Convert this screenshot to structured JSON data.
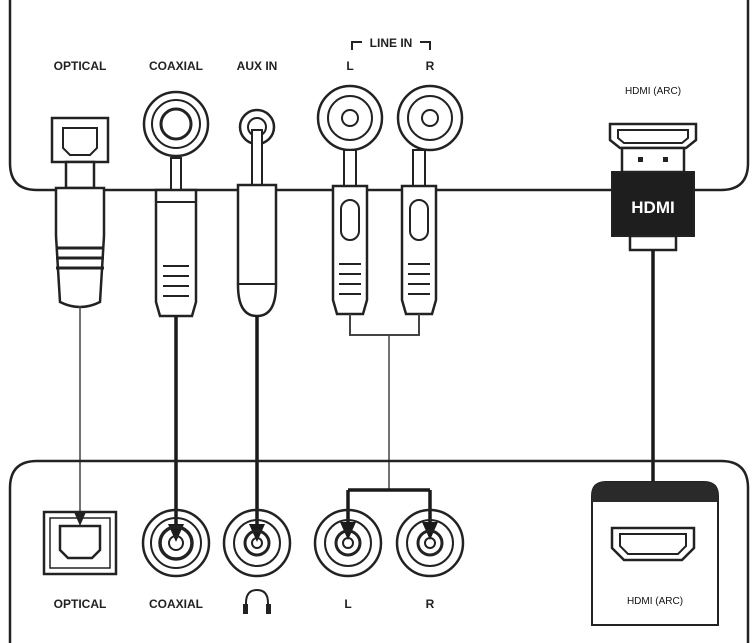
{
  "top_panel": {
    "optical": "OPTICAL",
    "coaxial": "COAXIAL",
    "aux_in": "AUX IN",
    "line_in": "LINE IN",
    "line_l": "L",
    "line_r": "R",
    "hdmi_arc": "HDMI (ARC)"
  },
  "hdmi_plug": {
    "word": "HDMI"
  },
  "bottom_panel": {
    "optical": "OPTICAL",
    "coaxial": "COAXIAL",
    "headphone": "headphone-icon",
    "line_l": "L",
    "line_r": "R",
    "hdmi_arc": "HDMI (ARC)"
  },
  "colors": {
    "stroke": "#222222",
    "panel_bg": "#ffffff",
    "plug_fill": "#1e1e1e",
    "hdmi_band": "#2a2a2a"
  }
}
